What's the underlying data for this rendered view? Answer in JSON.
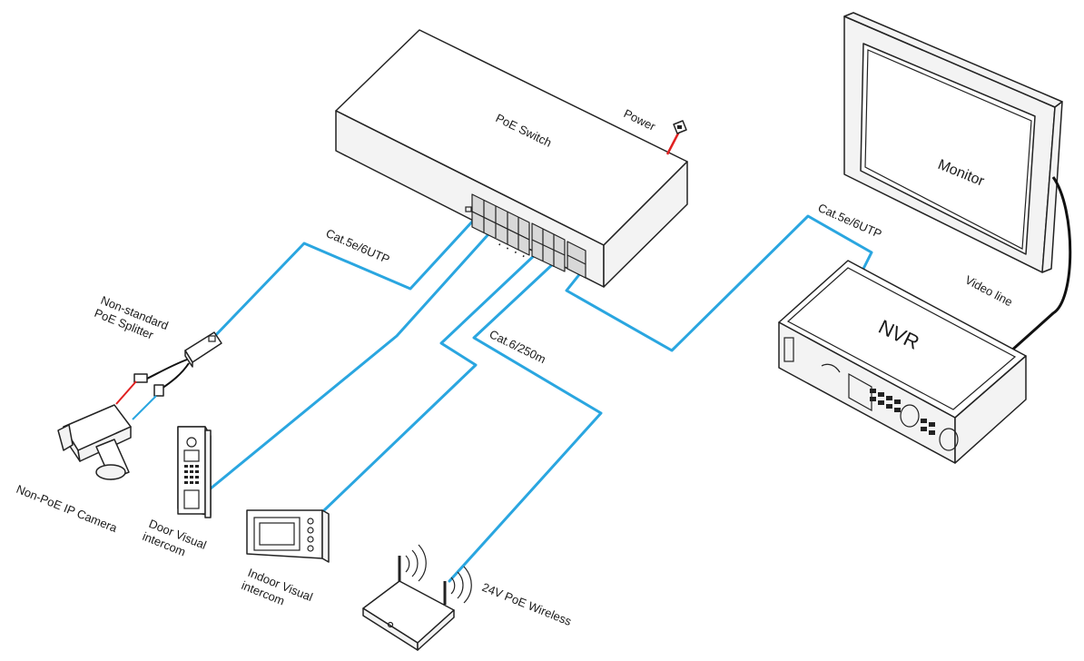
{
  "labels": {
    "poe_switch": "PoE Switch",
    "power": "Power",
    "monitor": "Monitor",
    "nvr": "NVR",
    "video_line": "Video line",
    "cable_left": "Cat.5e/6UTP",
    "cable_right": "Cat.5e/6UTP",
    "cable_long": "Cat.6/250m",
    "splitter": [
      "Non-standard",
      "PoE Splitter"
    ],
    "camera": "Non-PoE IP Camera",
    "door_intercom": [
      "Door Visual",
      "intercom"
    ],
    "indoor_intercom": [
      "Indoor Visual",
      "intercom"
    ],
    "wireless": "24V PoE Wireless",
    "port_dots": "· · · ·"
  },
  "colors": {
    "cable": "#2aa6e0",
    "power_wire": "#e02020",
    "video_wire": "#111111"
  }
}
